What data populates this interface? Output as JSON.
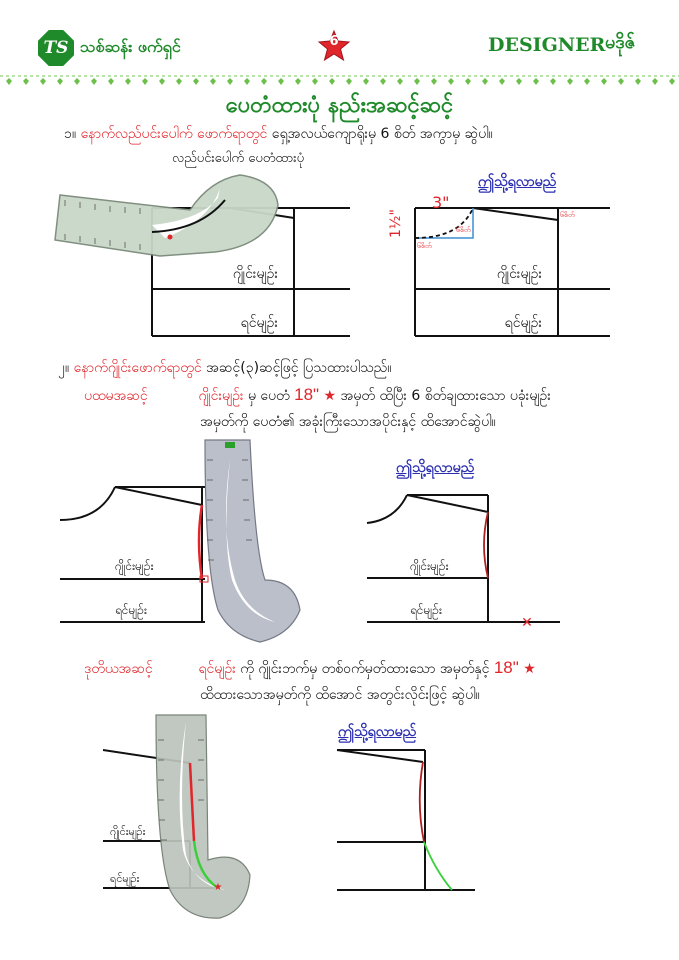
{
  "header": {
    "logo_initials": "TS",
    "logo_text": "သစ်ဆန်း ဖက်ရှင်",
    "page_number": "6",
    "brand": "DESIGNER",
    "brand_suffix": "မဒိုဇ်"
  },
  "title": "ပေတံထားပုံ  နည်းအဆင့်ဆင့်",
  "step1": {
    "number": "၁။",
    "highlight": "နောက်လည်ပင်းပေါက် ဖောက်ရာတွင်",
    "text": "ရှေ့အလယ်ကျောရိုးမှ 6 စိတ် အကွာမှ ဆွဲပါ။",
    "ruler_caption": "လည်ပင်းပေါက် ပေတံထားပုံ",
    "result_caption": "ဤသို့ရလာမည်",
    "chest_line": "ဂျိုင်းမျဉ်း",
    "waist_line": "ရင်မျဉ်း",
    "measure_width": "3\"",
    "measure_depth": "1½\"",
    "mark_small_1": "၆စိတ်",
    "mark_small_2": "၆စိတ်",
    "mark_small_3": "၆စိတ်"
  },
  "step2": {
    "number": "၂။",
    "highlight": "နောက်ဂျိုင်းဖောက်ရာတွင်",
    "text": "အဆင့်(၃)ဆင့်ဖြင့် ပြသထားပါသည်။",
    "phase1_label": "ပထမအဆင့်",
    "phase1_highlight": "ဂျိုင်းမျဉ်း",
    "phase1_text_a": "မှ ပေတံ",
    "phase1_measure": "18\"",
    "phase1_text_b": "အမှတ် ထိပြီး 6 စိတ်ချထားသော ပခုံးမျဉ်း",
    "phase1_text_c": "အမှတ်ကို ပေတံ၏ အခုံးကြီးသောအပိုင်းနှင့် ထိအောင်ဆွဲပါ။",
    "result_caption": "ဤသို့ရလာမည်",
    "chest_line": "ဂျိုင်းမျဉ်း",
    "waist_line": "ရင်မျဉ်း"
  },
  "step3": {
    "phase2_label": "ဒုတိယအဆင့်",
    "phase2_highlight": "ရင်မျဉ်း",
    "phase2_text_a": "ကို ဂျိုင်းဘက်မှ တစ်ဝက်မှတ်ထားသော အမှတ်နှင့်",
    "phase2_measure": "18\"",
    "phase2_text_b": "ထိထားသောအမှတ်ကို ထိအောင် အတွင်းလိုင်းဖြင့် ဆွဲပါ။",
    "result_caption": "ဤသို့ရလာမည်",
    "chest_line": "ဂျိုင်းမျဉ်း",
    "waist_line": "ရင်မျဉ်း"
  },
  "colors": {
    "brand_green": "#1f8a2a",
    "accent_red": "#e0262b",
    "caption_blue": "#2b2fb0",
    "guide_blue": "#3a8fd6",
    "curve_green": "#3ccf3c"
  }
}
